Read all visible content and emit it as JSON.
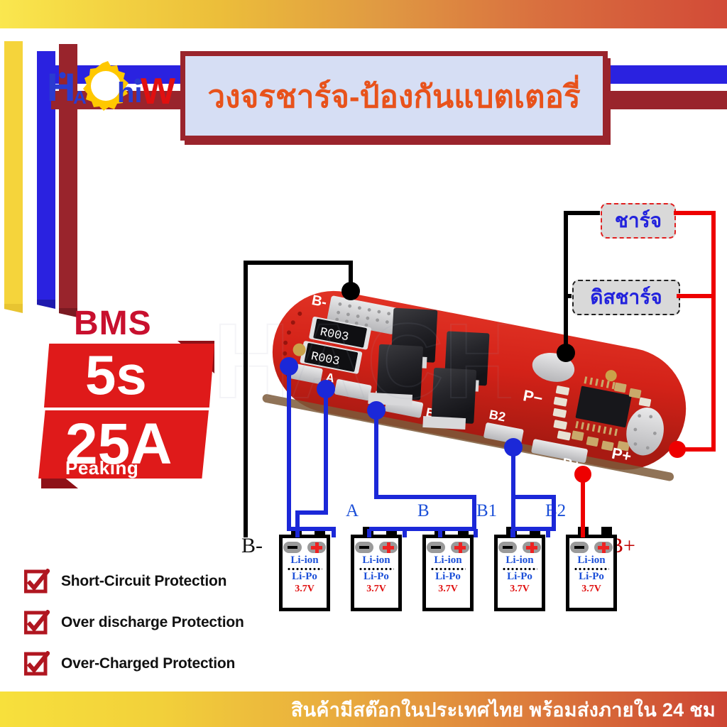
{
  "brand": {
    "logo_text_1": "H",
    "logo_text_2": "A",
    "logo_text_3": "hi",
    "logo_text_4": "W",
    "logo_name": "HAChiW",
    "watermark_text": "HACHIW"
  },
  "header": {
    "title": "วงจรชาร์จ-ป้องกันแบตเตอรี่",
    "title_color": "#E8521B",
    "banner_bg": "#D6DEF4",
    "banner_border": "#9a242c"
  },
  "badge": {
    "label": "BMS",
    "series": "5s",
    "current": "25A",
    "peaking": "Peaking",
    "ribbon_color": "#DF1A1A",
    "label_color": "#C8102E"
  },
  "features": [
    {
      "label": "Short-Circuit Protection"
    },
    {
      "label": "Over discharge Protection"
    },
    {
      "label": "Over-Charged Protection"
    }
  ],
  "diagram": {
    "callouts": [
      {
        "label": "ชาร์จ",
        "border_style": "red-dashed",
        "color": "#2222DD"
      },
      {
        "label": "ดิสชาร์จ",
        "border_style": "black-dashed",
        "color": "#2222DD"
      }
    ],
    "pcb_pads": [
      {
        "label": "B-"
      },
      {
        "label": "A"
      },
      {
        "label": "B"
      },
      {
        "label": "B1"
      },
      {
        "label": "B2"
      },
      {
        "label": "P-"
      },
      {
        "label": "P+"
      },
      {
        "label": "B+"
      }
    ],
    "pcb_components": [
      {
        "label": "R003"
      },
      {
        "label": "R003"
      }
    ],
    "wire_labels": [
      {
        "label": "A",
        "color": "#1B4FD8"
      },
      {
        "label": "B",
        "color": "#1B4FD8"
      },
      {
        "label": "B1",
        "color": "#1B4FD8"
      },
      {
        "label": "B2",
        "color": "#1B4FD8"
      }
    ],
    "terminal_minus": "B-",
    "terminal_plus": "B+",
    "wire_color_balance": "#1B28D8",
    "wire_color_negative": "#000000",
    "wire_color_positive": "#EE0000"
  },
  "cells": [
    {
      "chem1": "Li-ion",
      "chem2": "Li-Po",
      "voltage": "3.7V"
    },
    {
      "chem1": "Li-ion",
      "chem2": "Li-Po",
      "voltage": "3.7V"
    },
    {
      "chem1": "Li-ion",
      "chem2": "Li-Po",
      "voltage": "3.7V"
    },
    {
      "chem1": "Li-ion",
      "chem2": "Li-Po",
      "voltage": "3.7V"
    },
    {
      "chem1": "Li-ion",
      "chem2": "Li-Po",
      "voltage": "3.7V"
    }
  ],
  "footer": {
    "text": "สินค้ามีสต๊อกในประเทศไทย พร้อมส่งภายใน 24 ชม",
    "gradient_start": "#F7E03C",
    "gradient_end": "#CC4433"
  }
}
